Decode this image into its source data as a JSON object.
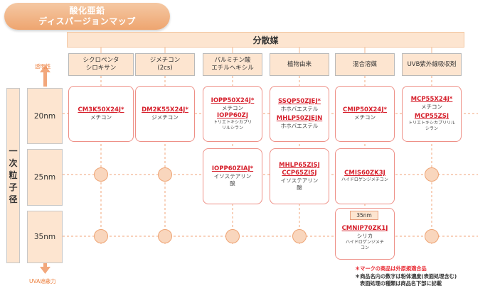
{
  "title": {
    "line1": "酸化亜鉛",
    "line2": "ディスパージョンマップ"
  },
  "header": {
    "dispersion_medium": "分散媒"
  },
  "columns": [
    {
      "lines": [
        "シクロペンタ",
        "シロキサン"
      ]
    },
    {
      "lines": [
        "ジメチコン",
        "(2cs)"
      ]
    },
    {
      "lines": [
        "パルミチン酸",
        "エチルヘキシル"
      ]
    },
    {
      "lines": [
        "植物由来"
      ]
    },
    {
      "lines": [
        "混合溶媒"
      ]
    },
    {
      "lines": [
        "UVB紫外線吸収剤"
      ]
    }
  ],
  "axis": {
    "top_label": "透明性",
    "bottom_label": "UVA遮蔽力",
    "vertical_title": [
      "一",
      "次",
      "粒",
      "子",
      "径"
    ],
    "rows": [
      "20nm",
      "25nm",
      "35nm"
    ]
  },
  "products": {
    "c1_20": {
      "name": "CM3K50X24J*",
      "desc": "メチコン"
    },
    "c2_20": {
      "name": "DM2K55X24J*",
      "desc": "ジメチコン"
    },
    "c3_20": {
      "name1": "IOPP50X24J*",
      "desc1": "メチコン",
      "name2": "IOPP60ZJ",
      "desc2a": "トリエトキシカプリ",
      "desc2b": "リルシラン"
    },
    "c4_20": {
      "name1": "SSQP50ZJEJ*",
      "desc1": "ホホバエステル",
      "name2": "MHLP50ZJEJN",
      "desc2": "ホホバエステル"
    },
    "c5_20": {
      "name": "CMIP50X24J*",
      "desc": "メチコン"
    },
    "c6_20": {
      "name1": "MCP55X24J*",
      "desc1": "メチコン",
      "name2": "MCP55ZSJ",
      "desc2a": "トリエトキシカプリリル",
      "desc2b": "シラン"
    },
    "c3_25": {
      "name": "IOPP60ZIAJ*",
      "desc1": "イソステアリン",
      "desc2": "酸"
    },
    "c4_25": {
      "name1": "MHLP65ZISJ",
      "name2": "CCP65ZISJ",
      "desc1": "イソステアリン",
      "desc2": "酸"
    },
    "c5_25": {
      "name": "CMIS60ZK3J",
      "desc": "ハイドロゲンジメチコン"
    },
    "c5_35": {
      "tag": "35nm",
      "name": "CMNIP70ZK1J",
      "desc1": "シリカ",
      "desc2": "ハイドロゲンジメチ",
      "desc3": "コン"
    }
  },
  "notes": {
    "line1": "＊マークの商品は外原規適合品",
    "line2": "＊商品名内の数字は粉体濃度(表面処理含む)",
    "line3": "表面処理の種類は商品名下部に記載"
  },
  "colors": {
    "accent_orange": "#eea570",
    "pale_peach": "#fde5d0",
    "product_red": "#d6202c",
    "box_border": "#ee8f86"
  }
}
